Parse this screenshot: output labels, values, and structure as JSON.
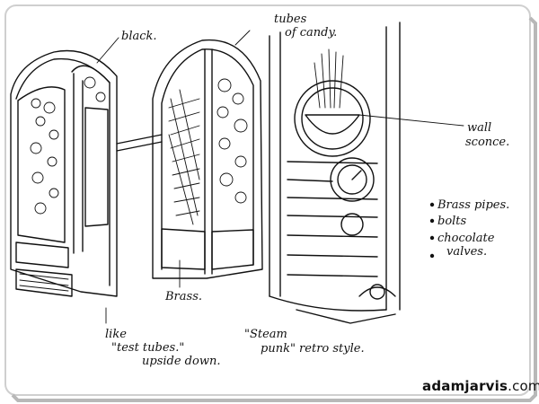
{
  "labels": {
    "black": "black.",
    "tubes_line1": "tubes",
    "tubes_line2": "of candy.",
    "wall_line1": "wall",
    "wall_line2": "sconce.",
    "bullet1": "Brass pipes.",
    "bullet2": "bolts",
    "bullet3": "chocolate",
    "bullet3b": "valves.",
    "brass": "Brass.",
    "like_line1": "like",
    "like_line2": "\"test tubes.\"",
    "like_line3": "upside down.",
    "steam_line1": "\"Steam",
    "steam_line2": "punk\" retro style."
  },
  "watermark": {
    "bold": "adamjarvis",
    "suffix": ".com"
  },
  "colors": {
    "ink": "#111111",
    "paper": "#ffffff",
    "frame_shadow": "#b8b8b8"
  }
}
